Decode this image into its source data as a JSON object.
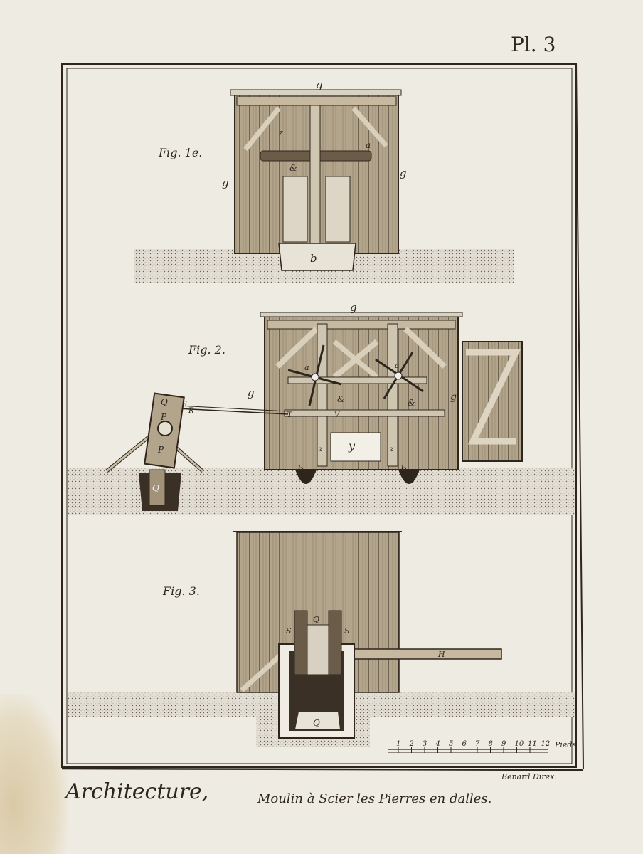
{
  "plate_number": "Pl. 3",
  "title": "Architecture,",
  "subtitle": "Moulin à Scier les Pierres en dalles.",
  "engraver": "Benard Direx.",
  "colors": {
    "paper": "#eeebe2",
    "ink": "#2e261d",
    "wood": "#a2927a",
    "ground": "#d6d0c2"
  },
  "fig1": {
    "label": "Fig. 1e.",
    "letters": {
      "g_top": "g",
      "g_left": "g",
      "g_right": "g",
      "b": "b",
      "a": "a",
      "amp": "&",
      "z": "z"
    }
  },
  "fig2": {
    "label": "Fig. 2.",
    "letters": {
      "g_top": "g",
      "g_left": "g",
      "g_right": "g",
      "Q_top": "Q",
      "S": "S",
      "R": "R",
      "P1": "P",
      "P2": "P",
      "Q_bottom": "Q",
      "T": "T",
      "V": "V",
      "a1": "a",
      "a2": "a",
      "amp1": "&",
      "amp2": "&",
      "z1": "z",
      "z2": "z",
      "y": "y",
      "b1": "b",
      "b2": "b"
    }
  },
  "fig3": {
    "label": "Fig. 3.",
    "letters": {
      "Q_top": "Q",
      "S1": "S",
      "S2": "S",
      "H": "H",
      "Q_bottom": "Q"
    }
  },
  "scale": {
    "ticks": [
      "1",
      "2",
      "3",
      "4",
      "5",
      "6",
      "7",
      "8",
      "9",
      "10",
      "11",
      "12"
    ],
    "unit": "Pieds"
  }
}
